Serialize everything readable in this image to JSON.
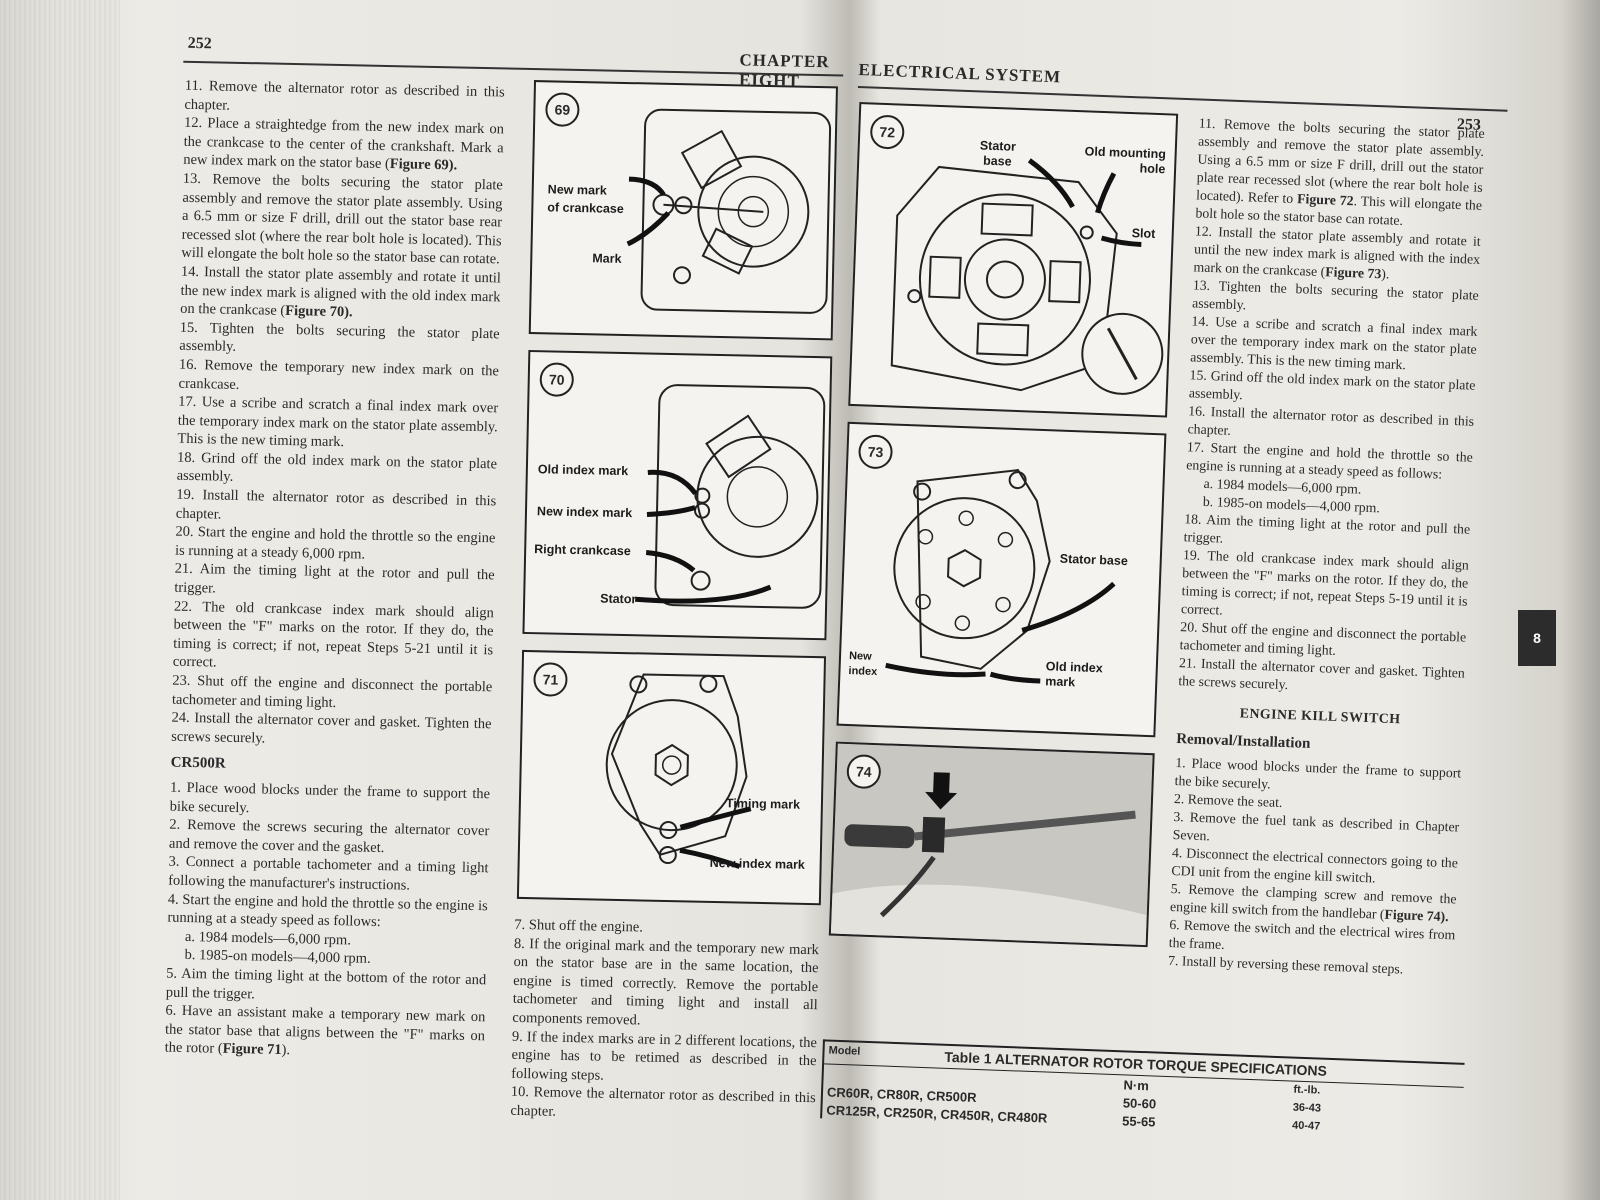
{
  "left": {
    "page_number": "252",
    "chapter": "CHAPTER EIGHT",
    "col1": {
      "0": "11. Remove the alternator rotor as described in this chapter.",
      "1a": "12. Place a straightedge from the new index mark on the crankcase to the center of the crankshaft. Mark a new index mark on the stator base (",
      "1b": "Figure 69).",
      "2": "13. Remove the bolts securing the stator plate assembly and remove the stator plate assembly. Using a 6.5 mm or size F drill, drill out the stator base rear recessed slot (where the rear bolt hole is located). This will elongate the bolt hole so the stator base can rotate.",
      "3a": "14. Install the stator plate assembly and rotate it until the new index mark is aligned with the old index mark on the crankcase (",
      "3b": "Figure 70).",
      "4": "15. Tighten the bolts securing the stator plate assembly.",
      "5": "16. Remove the temporary new index mark on the crankcase.",
      "6": "17. Use a scribe and scratch a final index mark over the temporary index mark on the stator plate assembly. This is the new timing mark.",
      "7": "18. Grind off the old index mark on the stator plate assembly.",
      "8": "19. Install the alternator rotor as described in this chapter.",
      "9": "20. Start the engine and hold the throttle so the engine is running at a steady 6,000 rpm.",
      "10": "21. Aim the timing light at the rotor and pull the trigger.",
      "11": "22. The old crankcase index mark should align between the \"F\" marks on the rotor. If they do, the timing is correct; if not, repeat Steps 5-21 until it is correct.",
      "12": "23. Shut off the engine and disconnect the portable tachometer and timing light.",
      "13": "24. Install the alternator cover and gasket. Tighten the screws securely.",
      "14": "",
      "heading": "CR500R",
      "15": "1. Place wood blocks under the frame to support the bike securely.",
      "16": "2. Remove the screws securing the alternator cover and remove the cover and the gasket.",
      "17": "3. Connect a portable tachometer and a timing light following the manufacturer's instructions.",
      "18": "4. Start the engine and hold the throttle so the engine is running at a steady speed as follows:",
      "19": "a. 1984 models—6,000 rpm.",
      "20": "b. 1985-on models—4,000 rpm.",
      "21": "5. Aim the timing light at the bottom of the rotor and pull the trigger.",
      "22a": "6. Have an assistant make a temporary new mark on the stator base that aligns between the \"F\" marks on the rotor (",
      "22b": "Figure 71",
      "22c": ")."
    },
    "col2": {
      "0": "7. Shut off the engine.",
      "1": "8. If the original mark and the temporary new mark on the stator base are in the same location, the engine is timed correctly. Remove the portable tachometer and timing light and install all components removed.",
      "2": "9. If the index marks are in 2 different locations, the engine has to be retimed as described in the following steps.",
      "3": "10. Remove the alternator rotor as described in this chapter."
    }
  },
  "right": {
    "title": "ELECTRICAL SYSTEM",
    "page_number": "253",
    "tab": "8",
    "col": {
      "0a": "11. Remove the bolts securing the stator plate assembly and remove the stator plate assembly. Using a 6.5 mm or size F drill, drill out the stator plate rear recessed slot (where the rear bolt hole is located). Refer to ",
      "0b": "Figure 72",
      "0c": ". This will elongate the bolt hole so the stator base can rotate.",
      "1a": "12. Install the stator plate assembly and rotate it until the new index mark is aligned with the index mark on the crankcase (",
      "1b": "Figure 73",
      "1c": ").",
      "2": "13. Tighten the bolts securing the stator plate assembly.",
      "3": "14. Use a scribe and scratch a final index mark over the temporary index mark on the stator plate assembly. This is the new timing mark.",
      "4": "15. Grind off the old index mark on the stator plate assembly.",
      "5": "16. Install the alternator rotor as described in this chapter.",
      "6": "17. Start the engine and hold the throttle so the engine is running at a steady speed as follows:",
      "7": "a. 1984 models—6,000 rpm.",
      "8": "b. 1985-on models—4,000 rpm.",
      "9": "18. Aim the timing light at the rotor and pull the trigger.",
      "10": "19. The old crankcase index mark should align between the \"F\" marks on the rotor. If they do, the timing is correct; if not, repeat Steps 5-19 until it is correct.",
      "11": "20. Shut off the engine and disconnect the portable tachometer and timing light.",
      "12": "21. Install the alternator cover and gasket. Tighten the screws securely.",
      "heading": "ENGINE KILL SWITCH",
      "subheading": "Removal/Installation",
      "13": "1. Place wood blocks under the frame to support the bike securely.",
      "14": "2. Remove the seat.",
      "15": "3. Remove the fuel tank as described in Chapter Seven.",
      "16": "4. Disconnect the electrical connectors going to the CDI unit from the engine kill switch.",
      "17a": "5. Remove the clamping screw and remove the engine kill switch from the handlebar (",
      "17b": "Figure 74).",
      "18": "6. Remove the switch and the electrical wires from the frame.",
      "19": "7. Install by reversing these removal steps."
    }
  },
  "figs": {
    "f69": {
      "num": "69",
      "l1": "New mark",
      "l2": "of crankcase",
      "l3": "Mark"
    },
    "f70": {
      "num": "70",
      "l1": "Old index mark",
      "l2": "New index mark",
      "l3": "Right crankcase",
      "l4": "Stator"
    },
    "f71": {
      "num": "71",
      "l1": "Timing mark",
      "l2": "New index mark"
    },
    "f72": {
      "num": "72",
      "l1a": "Stator",
      "l1b": "base",
      "l2a": "Old mounting",
      "l2b": "hole",
      "l3": "Slot"
    },
    "f73": {
      "num": "73",
      "l1": "Stator base",
      "l2a": "New",
      "l2b": "index",
      "l3a": "Old index",
      "l3b": "mark"
    },
    "f74": {
      "num": "74"
    }
  },
  "table": {
    "title": "Table 1 ALTERNATOR ROTOR TORQUE SPECIFICATIONS",
    "col_model": "Model",
    "col_nm": "N·m",
    "col_ftlb": "ft.-lb.",
    "rows": [
      {
        "model": "CR60R, CR80R, CR500R",
        "nm": "50-60",
        "ftlb": "36-43"
      },
      {
        "model": "CR125R, CR250R, CR450R, CR480R",
        "nm": "55-65",
        "ftlb": "40-47"
      }
    ]
  }
}
